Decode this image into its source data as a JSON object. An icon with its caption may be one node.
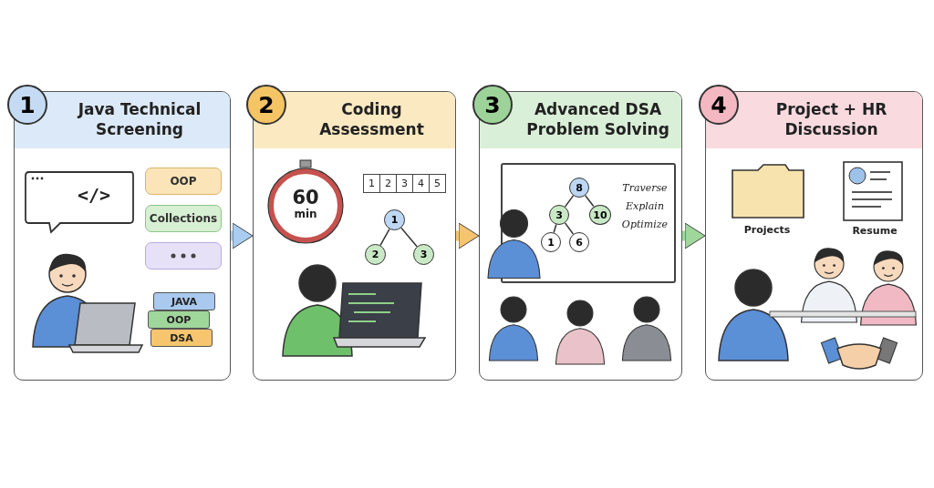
{
  "diagram": {
    "nodes": [
      {
        "text": [
          "1",
          "Java Technical Screening"
        ]
      },
      {
        "text": [
          "OOP"
        ],
        "in": 0
      },
      {
        "text": [
          "Collections"
        ],
        "in": 0
      },
      {
        "text": [],
        "shape": "box",
        "in": 0
      },
      {
        "text": [
          "2",
          "Coding Assessment"
        ]
      },
      {
        "text": [
          "1"
        ],
        "in": 4
      },
      {
        "text": [
          "2"
        ],
        "in": 4
      },
      {
        "text": [
          "3"
        ],
        "in": 4
      },
      {
        "text": [
          "3",
          "Advanced DSA Problem Solving"
        ]
      },
      {
        "text": [
          "Traverse",
          "Explain",
          "Optimize"
        ],
        "in": 8
      },
      {
        "text": [
          "8"
        ],
        "in": 9
      },
      {
        "text": [
          "3"
        ],
        "in": 9
      },
      {
        "text": [
          "10"
        ],
        "in": 9
      },
      {
        "text": [
          "1"
        ],
        "in": 9
      },
      {
        "text": [
          "6"
        ],
        "in": 9
      },
      {
        "text": [
          "4",
          "Project + HR Discussion"
        ]
      }
    ],
    "edges": [
      {
        "from": 0,
        "to": 4,
        "arrow": "to",
        "style": "thick",
        "color": "#a9cdf0"
      },
      {
        "from": 4,
        "to": 8,
        "arrow": "to",
        "style": "thick",
        "color": "#f6c46e"
      },
      {
        "from": 8,
        "to": 15,
        "arrow": "to",
        "style": "thick",
        "color": "#9fd79b"
      },
      {
        "from": 5,
        "to": 6,
        "arrow": "none"
      },
      {
        "from": 5,
        "to": 7,
        "arrow": "none"
      },
      {
        "from": 10,
        "to": 11,
        "arrow": "none"
      },
      {
        "from": 10,
        "to": 12,
        "arrow": "none"
      },
      {
        "from": 11,
        "to": 13,
        "arrow": "none"
      },
      {
        "from": 11,
        "to": 14,
        "arrow": "none"
      }
    ],
    "labels": [
      "</>",
      "JAVA",
      "OOP",
      "DSA",
      "60",
      "min",
      "1",
      "2",
      "3",
      "4",
      "5",
      "Projects",
      "Resume"
    ]
  }
}
